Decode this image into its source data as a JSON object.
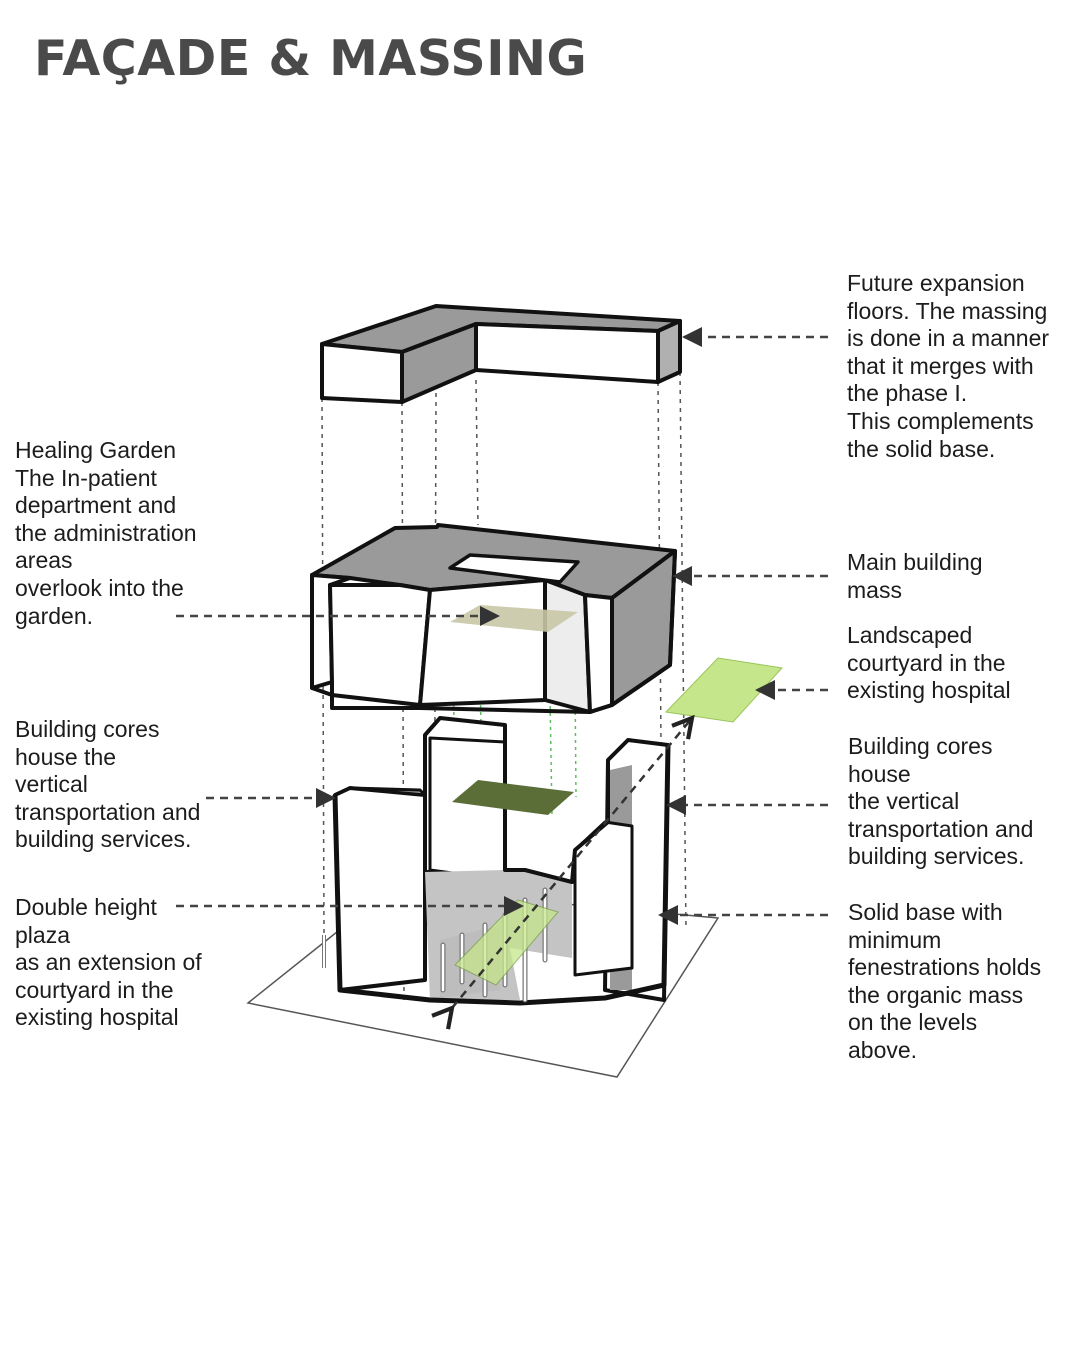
{
  "title": "FAÇADE & MASSING",
  "colors": {
    "outline": "#111111",
    "shade": "#9a9a9a",
    "shade_light": "#c4c4c4",
    "garden_tan": "#c9c6a6",
    "garden_dark": "#5b6e38",
    "garden_lime": "#c5e68a",
    "guide_green": "#5cbf5c",
    "leader": "#444444"
  },
  "annotations": {
    "future_expansion": {
      "lines": [
        "Future expansion",
        "floors. The massing",
        "is done in a manner",
        "that it merges with",
        "the phase I.",
        "This complements",
        "the solid base."
      ]
    },
    "healing_garden": {
      "lines": [
        "Healing Garden",
        "The In-patient",
        "department and",
        "the administration",
        "areas",
        "overlook into the",
        "garden."
      ]
    },
    "main_mass": {
      "lines": [
        "Main building",
        "mass"
      ]
    },
    "landscaped_courtyard": {
      "lines": [
        "Landscaped",
        "courtyard in the",
        "existing hospital"
      ]
    },
    "cores_left": {
      "lines": [
        "Building cores",
        "house the",
        "vertical",
        "transportation and",
        "building services."
      ]
    },
    "cores_right": {
      "lines": [
        "Building cores",
        "house",
        "the vertical",
        "transportation and",
        "building services."
      ]
    },
    "double_height": {
      "lines": [
        "Double height",
        "plaza",
        "as an extension of",
        "courtyard in the",
        "existing hospital"
      ]
    },
    "solid_base": {
      "lines": [
        "Solid base with",
        "minimum",
        "fenestrations holds",
        "the organic mass",
        "on the levels",
        "above."
      ]
    }
  },
  "icons": {
    "leader_arrow": "arrowhead",
    "circulation_arrow": "double-arrow"
  }
}
